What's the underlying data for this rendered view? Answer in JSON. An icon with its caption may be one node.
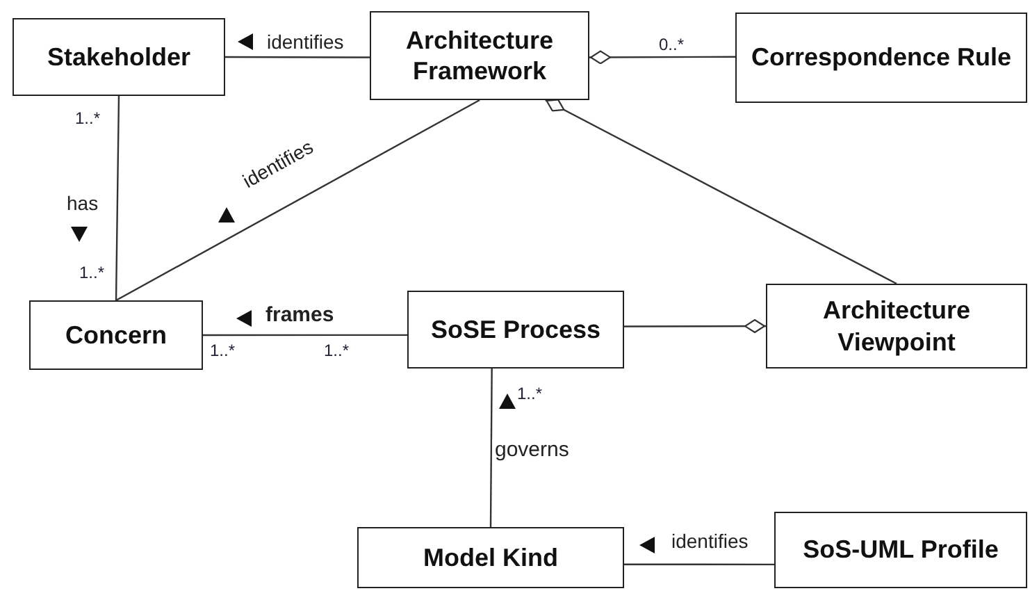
{
  "diagram": {
    "nodes": [
      {
        "text": [
          "Stakeholder"
        ]
      },
      {
        "text": [
          "Architecture Framework"
        ]
      },
      {
        "text": [
          "Correspondence Rule"
        ]
      },
      {
        "text": [
          "Concern"
        ]
      },
      {
        "text": [
          "SoSE Process"
        ]
      },
      {
        "text": [
          "Architecture Viewpoint"
        ]
      },
      {
        "text": [
          "Model Kind"
        ]
      },
      {
        "text": [
          "SoS-UML Profile"
        ]
      }
    ],
    "edges": [
      {
        "from": 1,
        "to": 0,
        "arrow": "none",
        "label": "identifies"
      },
      {
        "from": 0,
        "to": 3,
        "arrow": "none",
        "label": "has"
      },
      {
        "from": 3,
        "to": 1,
        "arrow": "none",
        "label": "identifies"
      },
      {
        "from": 1,
        "to": 2,
        "arrow": "other"
      },
      {
        "from": 1,
        "to": 5,
        "arrow": "other"
      },
      {
        "from": 3,
        "to": 4,
        "arrow": "none",
        "label": "frames"
      },
      {
        "from": 5,
        "to": 4,
        "arrow": "other"
      },
      {
        "from": 4,
        "to": 6,
        "arrow": "none",
        "label": "governs"
      },
      {
        "from": 7,
        "to": 6,
        "arrow": "none",
        "label": "identifies"
      }
    ],
    "labels": [
      "0..*",
      "1..*",
      "1..*",
      "1..*",
      "1..*",
      "1..*"
    ]
  }
}
